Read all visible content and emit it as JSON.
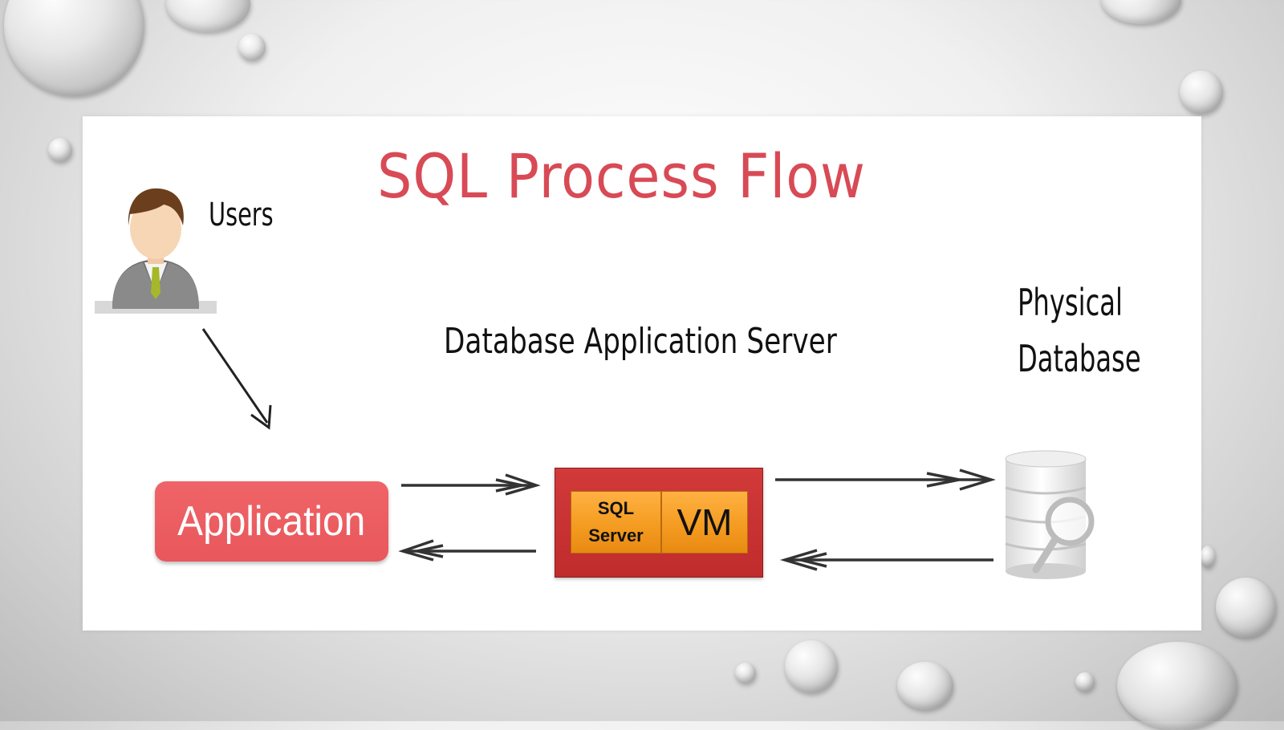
{
  "title": "SQL Process Flow",
  "nodes": {
    "users_label": "Users",
    "application_label": "Application",
    "server_label": "Database Application Server",
    "sql_server_line1": "SQL",
    "sql_server_line2": "Server",
    "vm_label": "VM",
    "physical_db_line1": "Physical",
    "physical_db_line2": "Database"
  },
  "icons": [
    "user-avatar-icon",
    "database-search-icon"
  ],
  "colors": {
    "title": "#d84a55",
    "application": "#e95a5e",
    "server_box": "#c92f2f",
    "server_cells": "#f7a02a"
  }
}
